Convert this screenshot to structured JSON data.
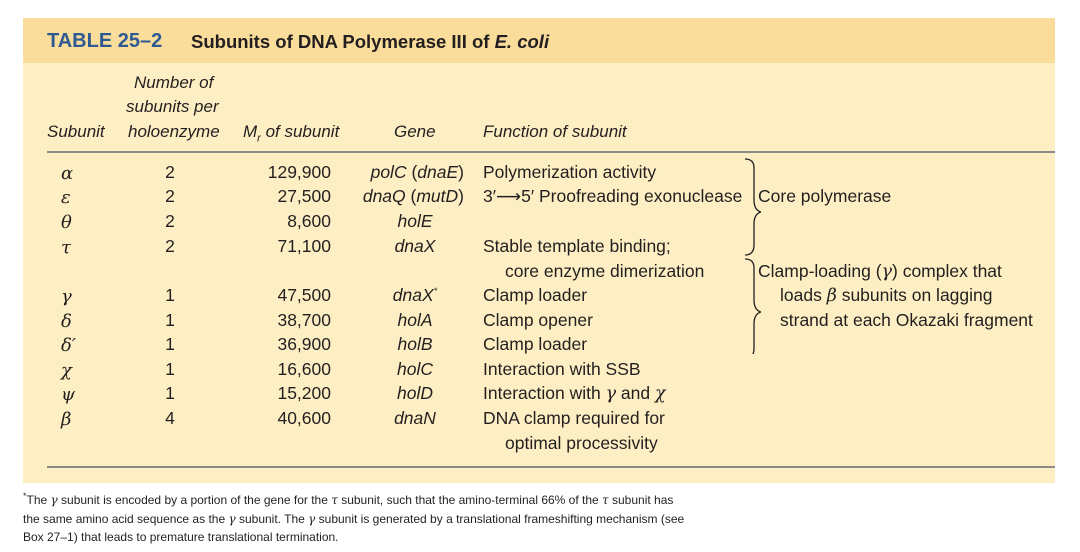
{
  "table": {
    "number": "TABLE 25–2",
    "title_main": "Subunits of DNA Polymerase III of ",
    "title_organism": "E. coli"
  },
  "headers": {
    "subunit": "Subunit",
    "number_line1": "Number of",
    "number_line2": "subunits per",
    "number_line3": "holoenzyme",
    "mr_M": "M",
    "mr_sub": "r",
    "mr_rest": " of subunit",
    "gene": "Gene",
    "function": "Function of subunit"
  },
  "rows": [
    {
      "subunit": "α",
      "number": "2",
      "mr": "129,900",
      "gene": "polC",
      "gene_alt": "dnaE",
      "function": "Polymerization activity",
      "function2": ""
    },
    {
      "subunit": "ε",
      "number": "2",
      "mr": "27,500",
      "gene": "dnaQ",
      "gene_alt": "mutD",
      "function": "3′⟶5′ Proofreading exonuclease",
      "function2": ""
    },
    {
      "subunit": "θ",
      "number": "2",
      "mr": "8,600",
      "gene": "holE",
      "gene_alt": "",
      "function": "",
      "function2": ""
    },
    {
      "subunit": "τ",
      "number": "2",
      "mr": "71,100",
      "gene": "dnaX",
      "gene_alt": "",
      "function": "Stable template binding;",
      "function2": "core enzyme dimerization"
    },
    {
      "subunit": "γ",
      "number": "1",
      "mr": "47,500",
      "gene": "dnaX",
      "gene_alt": "",
      "function": "Clamp loader",
      "function2": ""
    },
    {
      "subunit": "δ",
      "number": "1",
      "mr": "38,700",
      "gene": "holA",
      "gene_alt": "",
      "function": "Clamp opener",
      "function2": ""
    },
    {
      "subunit": "δ′",
      "number": "1",
      "mr": "36,900",
      "gene": "holB",
      "gene_alt": "",
      "function": "Clamp loader",
      "function2": ""
    },
    {
      "subunit": "χ",
      "number": "1",
      "mr": "16,600",
      "gene": "holC",
      "gene_alt": "",
      "function": "Interaction with SSB",
      "function2": ""
    },
    {
      "subunit": "ψ",
      "number": "1",
      "mr": "15,200",
      "gene": "holD",
      "gene_alt": "",
      "function": "Interaction with ",
      "function2": ""
    },
    {
      "subunit": "β",
      "number": "4",
      "mr": "40,600",
      "gene": "dnaN",
      "gene_alt": "",
      "function": "DNA clamp required for",
      "function2": "optimal processivity"
    }
  ],
  "function_extra": {
    "gamma": "γ",
    "and": " and ",
    "chi": "χ"
  },
  "gene_marker": "*",
  "groups": {
    "core": "Core polymerase",
    "clamp_line1_a": "Clamp-loading (",
    "clamp_line1_gamma": "γ",
    "clamp_line1_b": ") complex that",
    "clamp_line2_a": "loads ",
    "clamp_line2_beta": "β",
    "clamp_line2_b": " subunits on lagging",
    "clamp_line3": "strand at each Okazaki fragment"
  },
  "footnote": {
    "marker": "*",
    "l1a": "The ",
    "l1g": "γ",
    "l1b": " subunit is encoded by a portion of the gene for the ",
    "l1t": "τ",
    "l1c": " subunit, such that the amino-terminal 66% of the ",
    "l1t2": "τ",
    "l1d": " subunit has",
    "l2a": "the same amino acid sequence as the ",
    "l2g": "γ",
    "l2b": " subunit. The ",
    "l2g2": "γ",
    "l2c": " subunit is generated by a translational frameshifting mechanism (see",
    "l3": "Box 27–1) that leads to premature translational termination."
  }
}
